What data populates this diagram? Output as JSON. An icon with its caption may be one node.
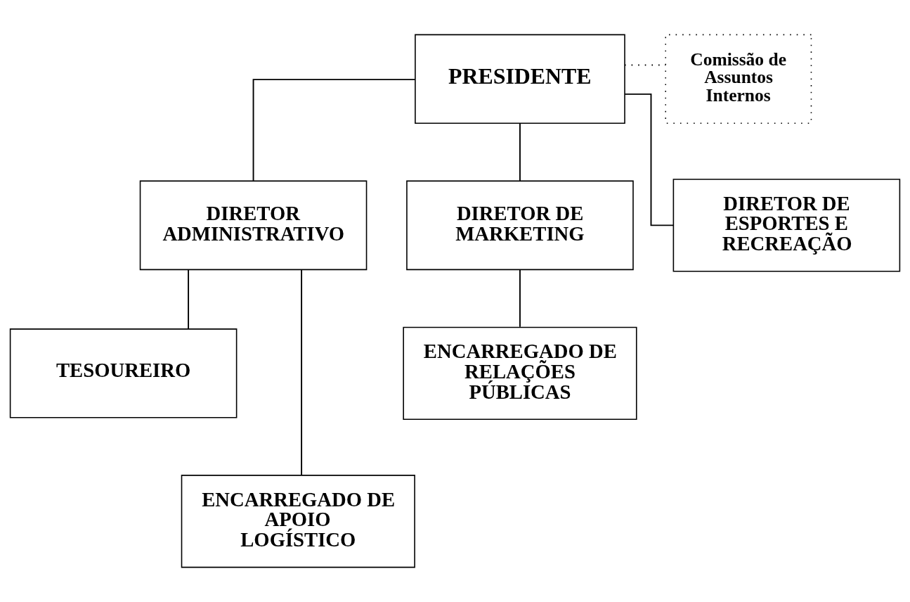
{
  "diagram": {
    "nodes": [
      {
        "text": [
          "PRESIDENTE"
        ]
      },
      {
        "text": [
          "Comissão de Assuntos Internos"
        ]
      },
      {
        "text": [
          "DIRETOR ADMINISTRATIVO"
        ]
      },
      {
        "text": [
          "DIRETOR DE MARKETING"
        ]
      },
      {
        "text": [
          "DIRETOR DE ESPORTES E RECREAÇÃO"
        ]
      },
      {
        "text": [
          "TESOUREIRO"
        ]
      },
      {
        "text": [
          "ENCARREGADO DE RELAÇÕES PÚBLICAS"
        ]
      },
      {
        "text": [
          "ENCARREGADO DE APOIO LOGÍSTICO"
        ]
      }
    ],
    "edges": [
      {
        "from": 0,
        "to": 1,
        "arrow": "none",
        "style": "dashed"
      },
      {
        "from": 0,
        "to": 2,
        "arrow": "none"
      },
      {
        "from": 0,
        "to": 3,
        "arrow": "none"
      },
      {
        "from": 0,
        "to": 4,
        "arrow": "none"
      },
      {
        "from": 2,
        "to": 5,
        "arrow": "none"
      },
      {
        "from": 2,
        "to": 7,
        "arrow": "none"
      },
      {
        "from": 3,
        "to": 6,
        "arrow": "none"
      }
    ]
  }
}
